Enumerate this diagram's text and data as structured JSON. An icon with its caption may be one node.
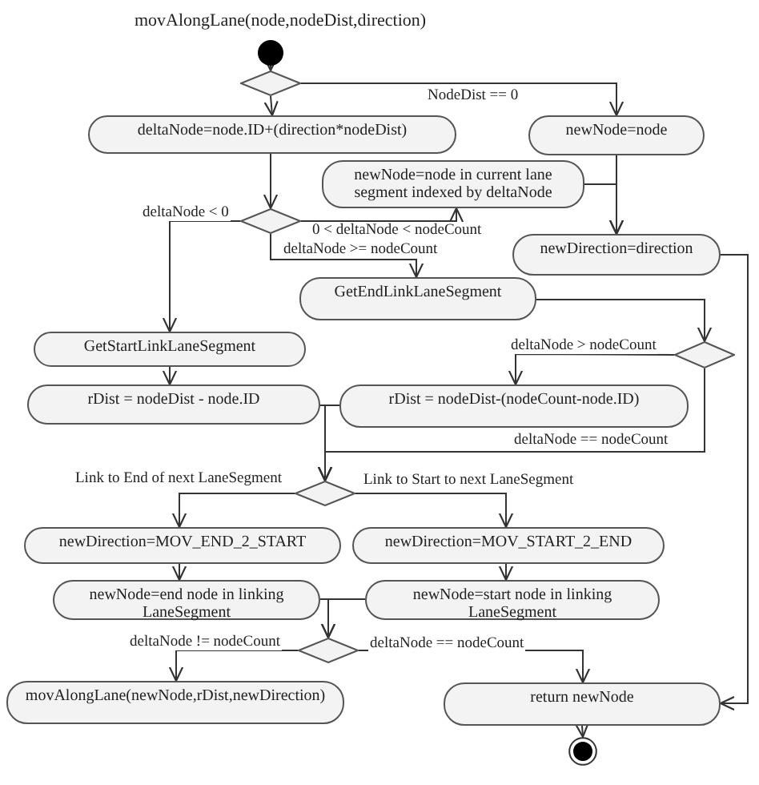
{
  "diagram": {
    "title": "movAlongLane(node,nodeDist,direction)",
    "nodes": [
      {
        "text": [],
        "shape": "circle"
      },
      {
        "text": [],
        "shape": "diamond"
      },
      {
        "text": [
          "deltaNode=node.ID+(direction*nodeDist)"
        ]
      },
      {
        "text": [
          "newNode=node"
        ]
      },
      {
        "text": [
          "newNode=node in current lane segment indexed by deltaNode"
        ]
      },
      {
        "text": [],
        "shape": "diamond"
      },
      {
        "text": [
          "newDirection=direction"
        ]
      },
      {
        "text": [
          "GetEndLinkLaneSegment"
        ]
      },
      {
        "text": [],
        "shape": "diamond"
      },
      {
        "text": [
          "GetStartLinkLaneSegment"
        ]
      },
      {
        "text": [
          "rDist = nodeDist - node.ID"
        ]
      },
      {
        "text": [
          "rDist = nodeDist-(nodeCount-node.ID)"
        ]
      },
      {
        "text": [],
        "shape": "diamond"
      },
      {
        "text": [
          "newDirection=MOV_END_2_START"
        ]
      },
      {
        "text": [
          "newDirection=MOV_START_2_END"
        ]
      },
      {
        "text": [
          "newNode=end node in linking LaneSegment"
        ]
      },
      {
        "text": [
          "newNode=start node in linking LaneSegment"
        ]
      },
      {
        "text": [],
        "shape": "diamond"
      },
      {
        "text": [
          "movAlongLane(newNode,rDist,newDirection)"
        ]
      },
      {
        "text": [
          "return newNode"
        ]
      },
      {
        "text": [],
        "shape": "circle"
      }
    ],
    "edges": [
      {
        "from": 0,
        "to": 1,
        "arrow": "to"
      },
      {
        "from": 1,
        "to": 2,
        "arrow": "to"
      },
      {
        "from": 1,
        "to": 3,
        "arrow": "to",
        "label": "NodeDist == 0"
      },
      {
        "from": 2,
        "to": 5,
        "arrow": "to"
      },
      {
        "from": 5,
        "to": 9,
        "arrow": "to",
        "label": "deltaNode < 0"
      },
      {
        "from": 5,
        "to": 4,
        "arrow": "to",
        "label": "0 < deltaNode < nodeCount"
      },
      {
        "from": 5,
        "to": 7,
        "arrow": "to",
        "label": "deltaNode >= nodeCount"
      },
      {
        "from": 3,
        "to": 6,
        "arrow": "to"
      },
      {
        "from": 4,
        "to": 6,
        "arrow": "to"
      },
      {
        "from": 6,
        "to": 19,
        "arrow": "to"
      },
      {
        "from": 7,
        "to": 8,
        "arrow": "to"
      },
      {
        "from": 8,
        "to": 11,
        "arrow": "to",
        "label": "deltaNode > nodeCount"
      },
      {
        "from": 8,
        "to": 12,
        "arrow": "to",
        "label": "deltaNode == nodeCount"
      },
      {
        "from": 9,
        "to": 10,
        "arrow": "to"
      },
      {
        "from": 10,
        "to": 12,
        "arrow": "to"
      },
      {
        "from": 11,
        "to": 12,
        "arrow": "to"
      },
      {
        "from": 12,
        "to": 13,
        "arrow": "to",
        "label": "Link to End of next LaneSegment"
      },
      {
        "from": 12,
        "to": 14,
        "arrow": "to",
        "label": "Link to Start to next LaneSegment"
      },
      {
        "from": 13,
        "to": 15,
        "arrow": "to"
      },
      {
        "from": 14,
        "to": 16,
        "arrow": "to"
      },
      {
        "from": 15,
        "to": 17,
        "arrow": "to"
      },
      {
        "from": 16,
        "to": 17,
        "arrow": "to"
      },
      {
        "from": 17,
        "to": 18,
        "arrow": "to",
        "label": "deltaNode != nodeCount"
      },
      {
        "from": 17,
        "to": 19,
        "arrow": "to",
        "label": "deltaNode == nodeCount"
      },
      {
        "from": 19,
        "to": 20,
        "arrow": "to"
      }
    ]
  }
}
